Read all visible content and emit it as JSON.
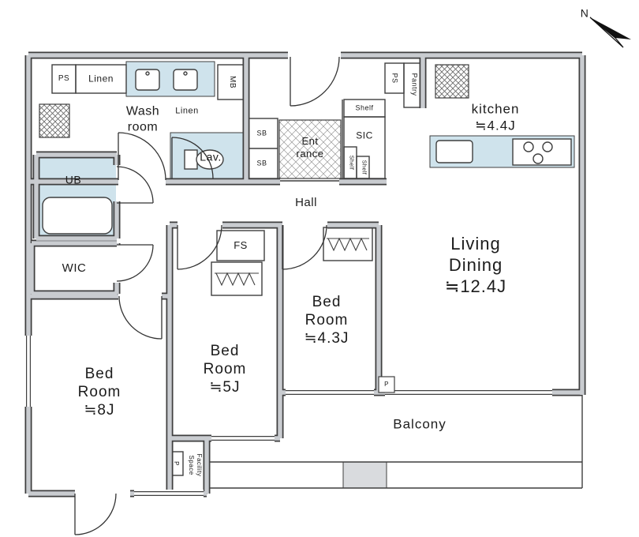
{
  "colors": {
    "wet": "#cfe3ec",
    "wall": "#c9ccd0",
    "line": "#3f3f3f",
    "pier": "#d9dbde",
    "bg": "#ffffff"
  },
  "compass": {
    "north": "N"
  },
  "labels": {
    "ps_left": "PS",
    "linen_top": "Linen",
    "mb": "MB",
    "washroom": "Wash\nroom",
    "linen_small": "Linen",
    "lav": "Lav.",
    "ub": "UB",
    "wic": "WIC",
    "sb_top": "SB",
    "sb_bottom": "SB",
    "entrance": "Ent\nrance",
    "sic": "SIC",
    "shelf_top": "Shelf",
    "shelf_v1": "Shelf",
    "shelf_v2": "Shelf",
    "ps_right": "PS",
    "pantry": "Pantry",
    "kitchen": "kitchen\n≒4.4J",
    "hall": "Hall",
    "fs": "FS",
    "living": "Living\nDining\n≒12.4J",
    "bed1": "Bed\nRoom\n≒4.3J",
    "bed2": "Bed\nRoom\n≒5J",
    "bed3": "Bed\nRoom\n≒8J",
    "balcony": "Balcony",
    "facility": "Facility\nSpace",
    "p1": "P",
    "p2": "P"
  }
}
